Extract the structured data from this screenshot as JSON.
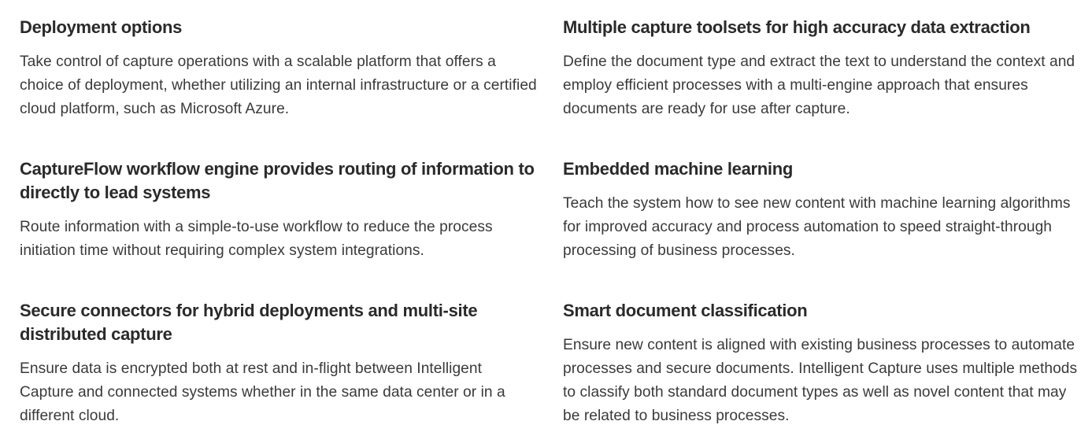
{
  "features": {
    "left": [
      {
        "title": "Deployment options",
        "body": "Take control of capture operations with a scalable platform that offers a choice of deployment, whether utilizing an internal infrastructure or a certified cloud platform, such as Microsoft Azure."
      },
      {
        "title": "CaptureFlow workflow engine provides routing of information to directly to lead systems",
        "body": "Route information with a simple-to-use workflow to reduce the process initiation time without requiring complex system integrations."
      },
      {
        "title": "Secure connectors for hybrid deployments and multi-site distributed capture",
        "body": "Ensure data is encrypted both at rest and in-flight between Intelligent Capture and connected systems whether in the same data center or in a different cloud."
      }
    ],
    "right": [
      {
        "title": "Multiple capture toolsets for high accuracy data extraction",
        "body": "Define the document type and extract the text to understand the context and employ efficient processes with a multi-engine approach that ensures documents are ready for use after capture."
      },
      {
        "title": "Embedded machine learning",
        "body": "Teach the system how to see new content with machine learning algorithms for improved accuracy and process automation to speed straight-through processing of business processes."
      },
      {
        "title": "Smart document classification",
        "body": "Ensure new content is aligned with existing business processes to automate processes and secure documents. Intelligent Capture uses multiple methods to classify both standard document types as well as novel content that may be related to business processes."
      }
    ]
  }
}
